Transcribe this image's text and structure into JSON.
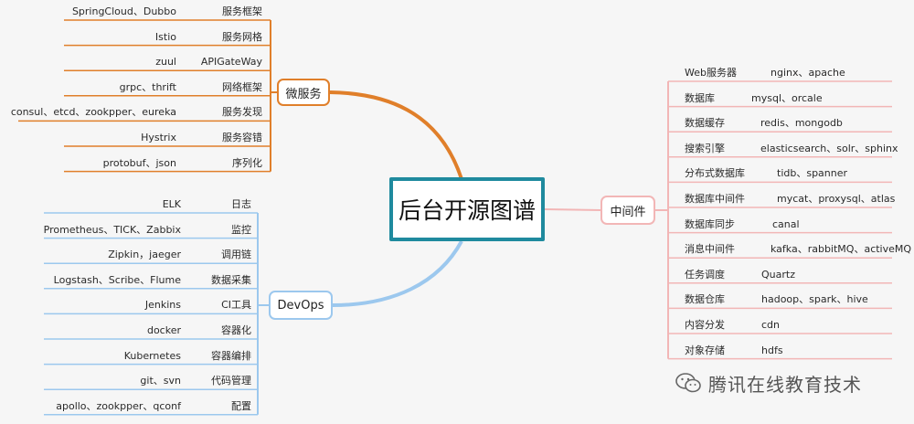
{
  "center": {
    "title": "后台开源图谱"
  },
  "micro": {
    "label": "微服务",
    "items": [
      {
        "name": "服务框架",
        "tech": "SpringCloud、Dubbo"
      },
      {
        "name": "服务网格",
        "tech": "Istio"
      },
      {
        "name": "APIGateWay",
        "tech": "zuul"
      },
      {
        "name": "网络框架",
        "tech": "grpc、thrift"
      },
      {
        "name": "服务发现",
        "tech": "consul、etcd、zookpper、eureka"
      },
      {
        "name": "服务容错",
        "tech": "Hystrix"
      },
      {
        "name": "序列化",
        "tech": "protobuf、json"
      }
    ]
  },
  "devops": {
    "label": "DevOps",
    "items": [
      {
        "name": "日志",
        "tech": "ELK"
      },
      {
        "name": "监控",
        "tech": "Prometheus、TICK、Zabbix"
      },
      {
        "name": "调用链",
        "tech": "Zipkin，jaeger"
      },
      {
        "name": "数据采集",
        "tech": "Logstash、Scribe、Flume"
      },
      {
        "name": "CI工具",
        "tech": "Jenkins"
      },
      {
        "name": "容器化",
        "tech": "docker"
      },
      {
        "name": "容器编排",
        "tech": "Kubernetes"
      },
      {
        "name": "代码管理",
        "tech": "git、svn"
      },
      {
        "name": "配置",
        "tech": "apollo、zookpper、qconf"
      }
    ]
  },
  "middleware": {
    "label": "中间件",
    "items": [
      {
        "name": "Web服务器",
        "tech": "nginx、apache"
      },
      {
        "name": "数据库",
        "tech": "mysql、orcale"
      },
      {
        "name": "数据缓存",
        "tech": "redis、mongodb"
      },
      {
        "name": "搜索引擎",
        "tech": "elasticsearch、solr、sphinx"
      },
      {
        "name": "分布式数据库",
        "tech": "tidb、spanner"
      },
      {
        "name": "数据库中间件",
        "tech": "mycat、proxysql、atlas"
      },
      {
        "name": "数据库同步",
        "tech": "canal"
      },
      {
        "name": "消息中间件",
        "tech": "kafka、rabbitMQ、activeMQ"
      },
      {
        "name": "任务调度",
        "tech": "Quartz"
      },
      {
        "name": "数据仓库",
        "tech": "hadoop、spark、hive"
      },
      {
        "name": "内容分发",
        "tech": "cdn"
      },
      {
        "name": "对象存储",
        "tech": "hdfs"
      }
    ]
  },
  "watermark": {
    "text": "腾讯在线教育技术"
  },
  "colors": {
    "micro": "#e07f2a",
    "devops": "#9cc8ee",
    "middleware": "#f2b6b6",
    "center_border": "#1f8a9e"
  }
}
